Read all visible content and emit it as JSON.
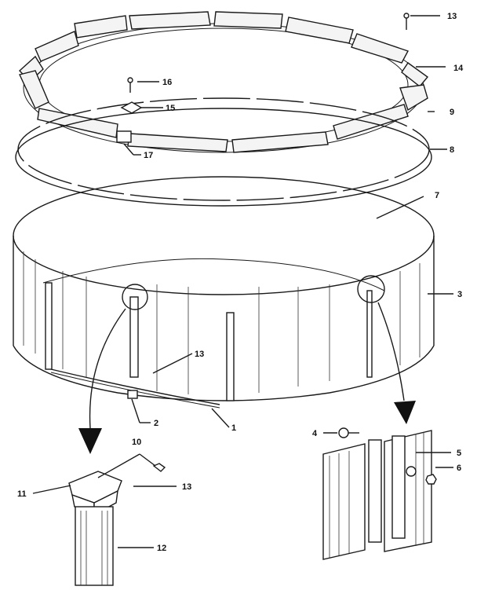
{
  "callouts": {
    "c1": "1",
    "c2": "2",
    "c3": "3",
    "c4": "4",
    "c5": "5",
    "c6": "6",
    "c7": "7",
    "c8": "8",
    "c9": "9",
    "c10": "10",
    "c11": "11",
    "c12": "12",
    "c13_top": "13",
    "c13_mid": "13",
    "c13_bottom": "13",
    "c14": "14",
    "c15": "15",
    "c16": "16",
    "c17": "17"
  }
}
